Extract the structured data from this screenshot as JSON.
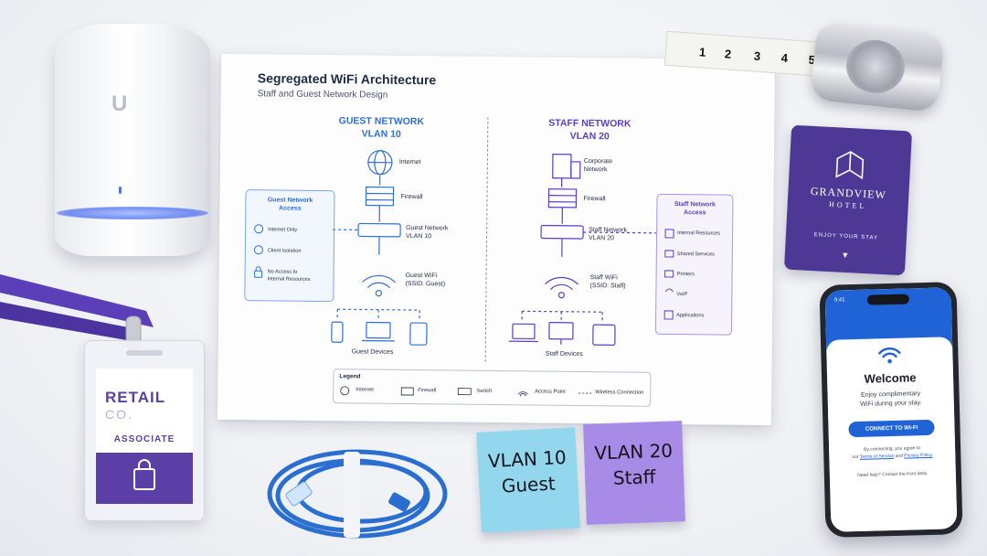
{
  "paper": {
    "title": "Segregated WiFi Architecture",
    "subtitle": "Staff and Guest Network Design",
    "guest": {
      "heading": "GUEST NETWORK",
      "vlan": "VLAN 10",
      "internet": "Internet",
      "firewall": "Firewall",
      "switch_line1": "Guest Network",
      "switch_line2": "VLAN 10",
      "wifi_line1": "Guest WiFi",
      "wifi_line2": "(SSID: Guest)",
      "devices": "Guest Devices",
      "access_title_line1": "Guest Network",
      "access_title_line2": "Access",
      "access_items": [
        "Internet Only",
        "Client Isolation",
        "No Access to",
        "Internal Resources"
      ]
    },
    "staff": {
      "heading": "STAFF NETWORK",
      "vlan": "VLAN 20",
      "corporate_line1": "Corporate",
      "corporate_line2": "Network",
      "firewall": "Firewall",
      "switch_line1": "Staff Network",
      "switch_line2": "VLAN 20",
      "wifi_line1": "Staff WiFi",
      "wifi_line2": "(SSID: Staff)",
      "devices": "Staff Devices",
      "access_title_line1": "Staff Network",
      "access_title_line2": "Access",
      "access_items": [
        "Internal Resources",
        "Shared Services",
        "Printers",
        "VoIP",
        "Applications"
      ]
    },
    "legend": {
      "title": "Legend",
      "items": [
        "Internet",
        "Firewall",
        "Switch",
        "Access Point",
        "Wireless Connection"
      ]
    }
  },
  "badge": {
    "line1": "RETAIL",
    "line2": "CO.",
    "role": "ASSOCIATE"
  },
  "keycard": {
    "brand": "GRANDVIEW",
    "sub": "HOTEL",
    "tagline": "ENJOY YOUR STAY"
  },
  "phone": {
    "time": "9:41",
    "welcome": "Welcome",
    "body_line1": "Enjoy complimentary",
    "body_line2": "WiFi during your stay.",
    "button": "CONNECT TO WI-FI",
    "terms_line1": "By connecting, you agree to",
    "terms_prefix": "our",
    "terms_link": "Terms of Service",
    "terms_and": "and",
    "privacy_link": "Privacy Policy",
    "help": "Need help? Contact the front desk."
  },
  "notes": {
    "blue_line1": "VLAN 10",
    "blue_line2": "Guest",
    "purple_line1": "VLAN 20",
    "purple_line2": "Staff"
  },
  "tape": {
    "marks": [
      "1",
      "2",
      "3",
      "4",
      "5"
    ]
  },
  "colors": {
    "guest_blue": "#2f6fdc",
    "staff_purple": "#5b3ec8",
    "brand_purple": "#4e3896",
    "phone_blue": "#1f63d6"
  }
}
